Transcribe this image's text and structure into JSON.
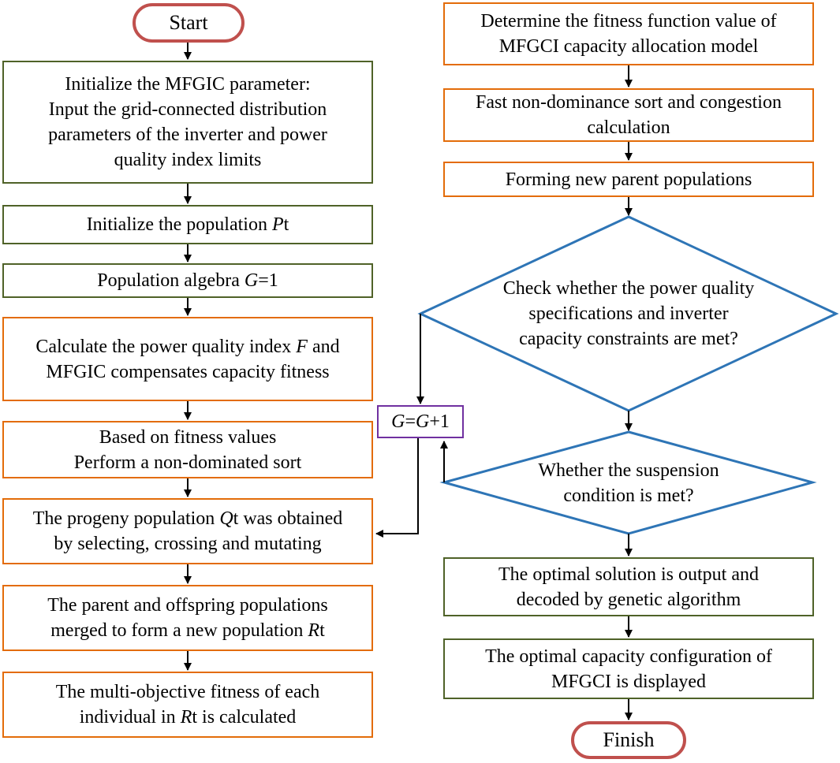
{
  "nodes": {
    "start": [
      "Start"
    ],
    "init_params": [
      "Initialize the MFGIC parameter:",
      "Input the grid-connected distribution",
      "parameters of the inverter and power",
      "quality index limits"
    ],
    "init_pop": {
      "pre": "Initialize the population ",
      "var": "P",
      "post": "t"
    },
    "pop_algebra": {
      "pre": "Population algebra ",
      "var": "G",
      "post": "=1"
    },
    "calc_index": {
      "line1_pre": "Calculate the power quality index ",
      "line1_var": "F",
      "line1_post": " and",
      "line2": "MFGIC compensates capacity fitness"
    },
    "fitness_sort": [
      "Based on fitness values",
      "Perform a non-dominated sort"
    ],
    "progeny": {
      "line1_pre": "The progeny population ",
      "line1_var": "Q",
      "line1_post": "t was obtained",
      "line2": "by selecting, crossing and mutating"
    },
    "merge": {
      "line1": "The parent and offspring populations",
      "line2_pre": "merged to form a new population ",
      "line2_var": "R",
      "line2_post": "t"
    },
    "multi_obj": {
      "line1": "The multi-objective fitness of each",
      "line2_pre": "individual in ",
      "line2_var": "R",
      "line2_post": "t is calculated"
    },
    "fitness_value": [
      "Determine the fitness function value of",
      "MFGCI capacity allocation model"
    ],
    "fast_sort": [
      "Fast non-dominance sort and congestion",
      "calculation"
    ],
    "new_parent": [
      "Forming new parent populations"
    ],
    "check_spec": [
      "Check whether the power quality",
      "specifications and inverter",
      "capacity constraints are met?"
    ],
    "suspension": [
      "Whether the suspension",
      "condition is met?"
    ],
    "optimal_output": [
      "The optimal solution is output and",
      "decoded by genetic algorithm"
    ],
    "optimal_display": [
      "The optimal capacity configuration of",
      "MFGCI is displayed"
    ],
    "finish": [
      "Finish"
    ],
    "counter": {
      "var1": "G",
      "eq": "=",
      "var2": "G",
      "post": "+1"
    }
  },
  "colors": {
    "terminal_border": "#c0504d",
    "process_green": "#4f6228",
    "process_orange": "#e36c09",
    "decision_blue": "#2e75b6",
    "counter_purple": "#7030a0",
    "arrow": "#000000"
  }
}
